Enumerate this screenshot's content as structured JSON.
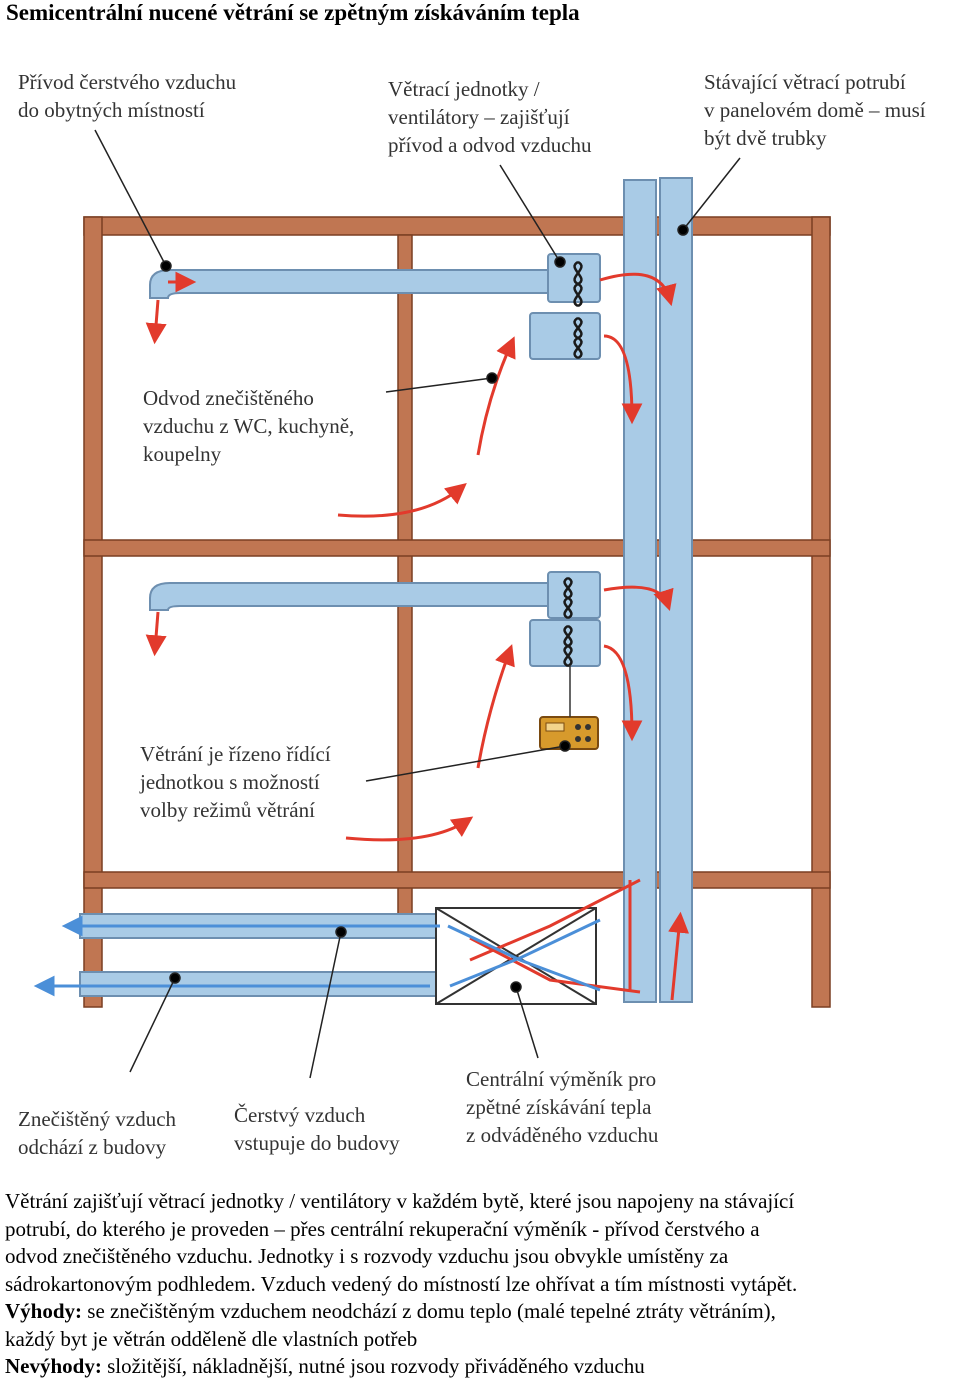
{
  "title": "Semicentrální nucené větrání se zpětným získáváním tepla",
  "labels": {
    "supply": [
      "Přívod čerstvého vzduchu",
      "do obytných místností"
    ],
    "units": [
      "Větrací jednotky /",
      "ventilátory – zajišťují",
      "přívod a odvod vzduchu"
    ],
    "ducts": [
      "Stávající větrací potrubí",
      "v panelovém domě – musí",
      "být dvě trubky"
    ],
    "exhaust": [
      "Odvod znečištěného",
      "vzduchu z WC, kuchyně,",
      "koupelny"
    ],
    "control": [
      "Větrání je řízeno řídící",
      "jednotkou s možností",
      "volby režimů větrání"
    ],
    "polluted": [
      "Znečištěný vzduch",
      "odchází z budovy"
    ],
    "fresh": [
      "Čerstvý vzduch",
      "vstupuje do budovy"
    ],
    "exchanger": [
      "Centrální výměník pro",
      "zpětné získávání tepla",
      "z odváděného vzduchu"
    ]
  },
  "description": [
    "Větrání zajišťují větrací jednotky / ventilátory v každém bytě, které jsou napojeny na stávající",
    "potrubí, do kterého je proveden – přes centrální rekuperační výměník - přívod čerstvého a",
    "odvod znečištěného vzduchu. Jednotky i s rozvody vzduchu jsou obvykle umístěny za",
    "sádrokartonovým podhledem. Vzduch vedený do místností lze ohřívat a tím místnosti vytápět."
  ],
  "pros": {
    "label": "Výhody:",
    "text": " se znečištěným vzduchem neodchází z domu teplo (malé tepelné ztráty větráním),",
    "text2": "každý byt je větrán odděleně dle vlastních potřeb"
  },
  "cons": {
    "label": "Nevýhody:",
    "text": " složitější, nákladnější, nutné jsou rozvody přiváděného vzduchu"
  },
  "colors": {
    "frame": "#b86a44",
    "duct": "#a9cbe6",
    "duct_edge": "#6d8fb0",
    "warm_arrow": "#e23a2c",
    "cold_arrow": "#4b8fd8",
    "control_unit": "#d79a2c"
  }
}
